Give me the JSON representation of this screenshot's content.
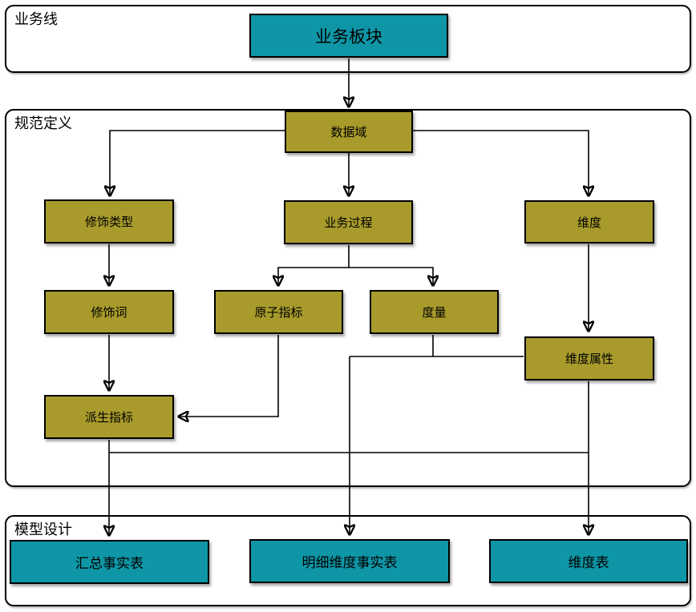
{
  "sections": {
    "business_line": {
      "label": "业务线"
    },
    "spec_definition": {
      "label": "规范定义"
    },
    "model_design": {
      "label": "模型设计"
    }
  },
  "nodes": {
    "business_sector": {
      "label": "业务板块"
    },
    "data_domain": {
      "label": "数据域"
    },
    "modifier_type": {
      "label": "修饰类型"
    },
    "business_process": {
      "label": "业务过程"
    },
    "dimension": {
      "label": "维度"
    },
    "modifier_word": {
      "label": "修饰词"
    },
    "atomic_indicator": {
      "label": "原子指标"
    },
    "measure": {
      "label": "度量"
    },
    "dimension_attribute": {
      "label": "维度属性"
    },
    "derived_indicator": {
      "label": "派生指标"
    },
    "summary_fact_table": {
      "label": "汇总事实表"
    },
    "detail_dimension_fact_table": {
      "label": "明细维度事实表"
    },
    "dimension_table": {
      "label": "维度表"
    }
  },
  "edges": [
    {
      "from": "business_sector",
      "to": "data_domain"
    },
    {
      "from": "data_domain",
      "to": "modifier_type"
    },
    {
      "from": "data_domain",
      "to": "business_process"
    },
    {
      "from": "data_domain",
      "to": "dimension"
    },
    {
      "from": "modifier_type",
      "to": "modifier_word"
    },
    {
      "from": "business_process",
      "to": "atomic_indicator"
    },
    {
      "from": "business_process",
      "to": "measure"
    },
    {
      "from": "modifier_word",
      "to": "derived_indicator"
    },
    {
      "from": "atomic_indicator",
      "to": "derived_indicator"
    },
    {
      "from": "dimension",
      "to": "dimension_attribute"
    },
    {
      "from": "measure",
      "to": "detail_dimension_fact_table"
    },
    {
      "from": "dimension_attribute",
      "to": "detail_dimension_fact_table"
    },
    {
      "from": "derived_indicator",
      "to": "summary_fact_table"
    },
    {
      "from": "dimension_attribute",
      "to": "dimension_table"
    }
  ],
  "colors": {
    "node_teal": "#0E96A6",
    "node_olive": "#A89B2B",
    "outline": "#000000",
    "background": "#FFFFFF"
  }
}
